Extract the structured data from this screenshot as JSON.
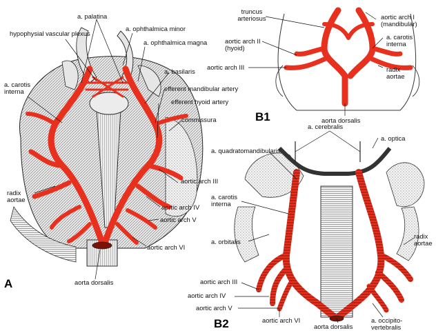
{
  "panels": {
    "a": "A",
    "b1": "B1",
    "b2": "B2"
  },
  "labels": {
    "a_palatina": "a. palatina",
    "hypophysial": "hypophysial vascular plexus",
    "ophth_minor": "a. ophthalmica minor",
    "ophth_magna": "a. ophthalmica magna",
    "carotis_a_1": "a. carotis",
    "carotis_a_2": "interna",
    "basilaris": "a. basilaris",
    "eff_mand": "efferent mandibular artery",
    "eff_hyoid": "efferent hyoid artery",
    "commissura": "commissura",
    "aa3_a": "aortic arch III",
    "radix_a_1": "radix",
    "radix_a_2": "aortae",
    "aa4_a": "aortic arch IV",
    "aa5_a": "aortic arch V",
    "aa6_a": "aortic arch VI",
    "aorta_a": "aorta dorsalis",
    "truncus_1": "truncus",
    "truncus_2": "arteriosus",
    "aa2_b1_1": "aortic arch II",
    "aa2_b1_2": "(hyoid)",
    "aa3_b1": "aortic arch III",
    "aa1_b1_1": "aortic arch I",
    "aa1_b1_2": "(mandibular)",
    "carotis_b1_1": "a. carotis",
    "carotis_b1_2": "interna",
    "radix_b1_1": "radix",
    "radix_b1_2": "aortae",
    "aorta_b1": "aorta dorsalis",
    "cerebralis": "a. cerebralis",
    "optica": "a. optica",
    "quadrato": "a. quadratomandibularis",
    "carotis_b2_1": "a. carotis",
    "carotis_b2_2": "interna",
    "orbitalis": "a. orbitalis",
    "radix_b2_1": "radix",
    "radix_b2_2": "aortae",
    "aa3_b2": "aortic arch III",
    "aa4_b2": "aortic arch IV",
    "aa5_b2": "aortic arch V",
    "aa6_b2": "aortic arch VI",
    "aorta_b2": "aorta dorsalis",
    "occip_1": "a. occipito-",
    "occip_2": "vertebralis"
  },
  "colors": {
    "artery": "#e8301e",
    "outline": "#222222",
    "tissue": "#d8d8d8"
  }
}
